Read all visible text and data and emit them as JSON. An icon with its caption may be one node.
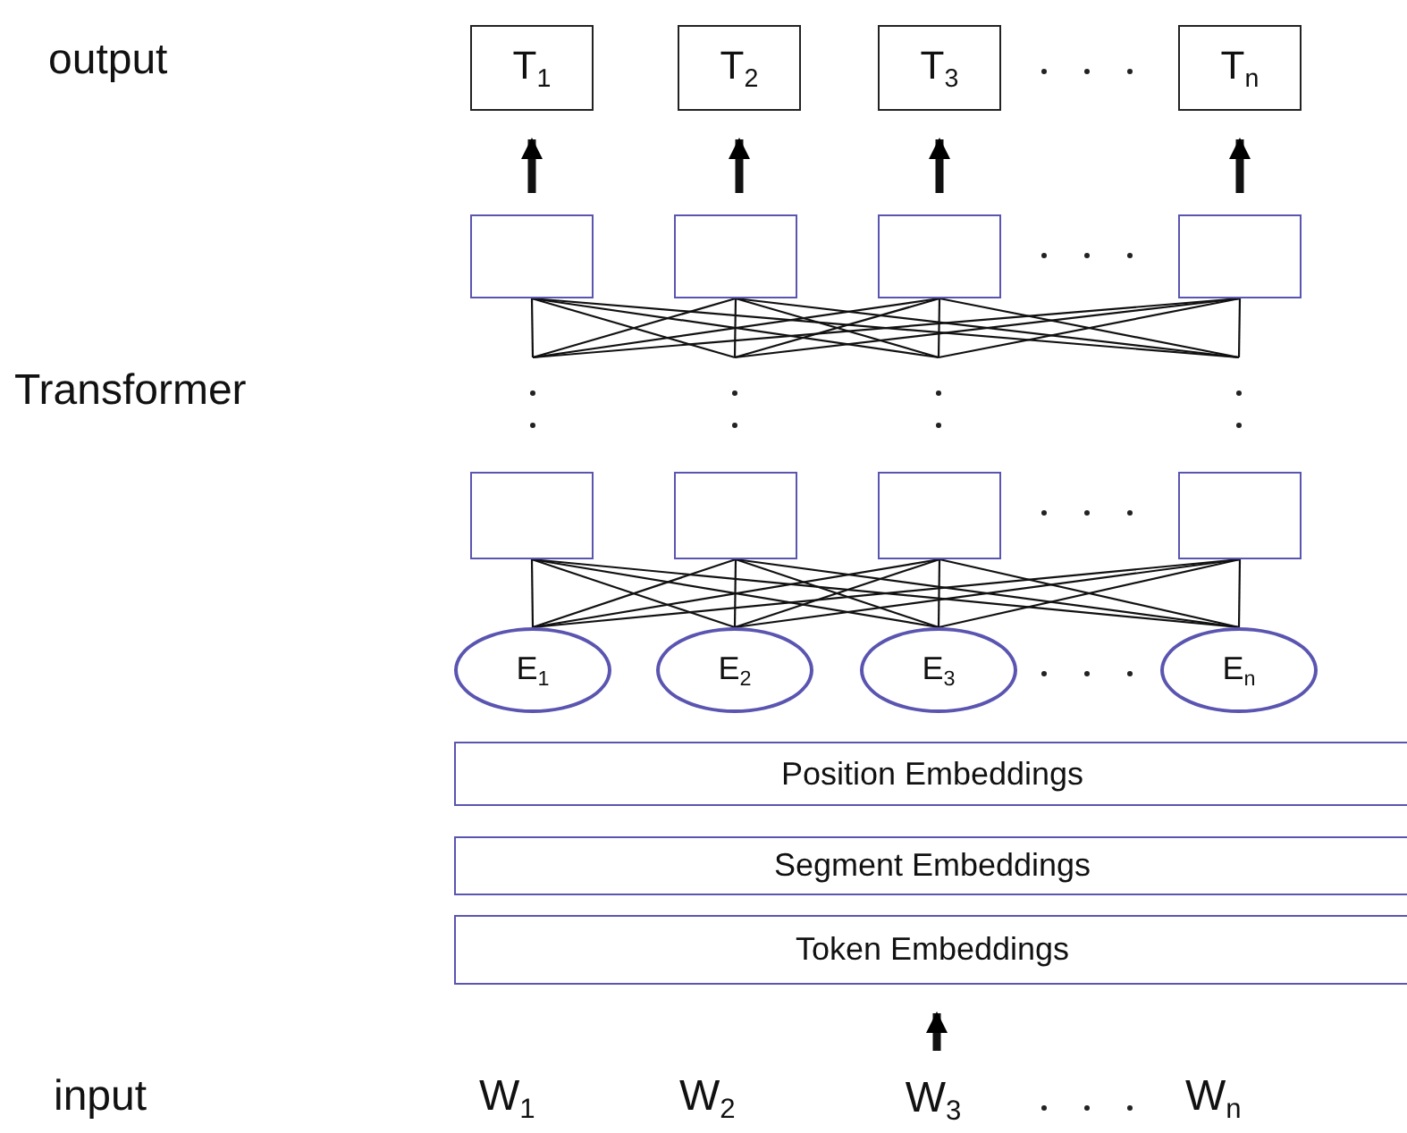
{
  "diagram": {
    "nodes": [
      {
        "text": [
          "T$_{1}$"
        ]
      },
      {
        "text": [
          "T$_{2}$"
        ]
      },
      {
        "text": [
          "T$_{3}$"
        ]
      },
      {
        "text": [
          "T$_{n}$"
        ]
      },
      {
        "text": [],
        "shape": "box"
      },
      {
        "text": [],
        "shape": "box"
      },
      {
        "text": [],
        "shape": "box"
      },
      {
        "text": [],
        "shape": "box"
      },
      {
        "text": [],
        "shape": "box"
      },
      {
        "text": [],
        "shape": "box"
      },
      {
        "text": [],
        "shape": "box"
      },
      {
        "text": [],
        "shape": "box"
      },
      {
        "text": [
          "E$_{1}$"
        ]
      },
      {
        "text": [
          "E$_{2}$"
        ]
      },
      {
        "text": [
          "E$_{3}$"
        ]
      },
      {
        "text": [
          "E$_{n}$"
        ]
      },
      {
        "text": [
          "Position Embeddings"
        ]
      },
      {
        "text": [
          "Segment Embeddings"
        ]
      },
      {
        "text": [
          "Token Embeddings"
        ]
      },
      {
        "text": [
          "W$_{3}$"
        ]
      }
    ],
    "edges": [
      {
        "from": 4,
        "to": 0,
        "arrow": "to",
        "style": "thick"
      },
      {
        "from": 5,
        "to": 1,
        "arrow": "to",
        "style": "thick"
      },
      {
        "from": 6,
        "to": 2,
        "arrow": "to",
        "style": "thick"
      },
      {
        "from": 7,
        "to": 3,
        "arrow": "to",
        "style": "thick"
      },
      {
        "from": 4,
        "to": null,
        "arrow": "none"
      },
      {
        "from": 4,
        "to": null,
        "arrow": "none"
      },
      {
        "from": 4,
        "to": null,
        "arrow": "none"
      },
      {
        "from": 4,
        "to": null,
        "arrow": "none"
      },
      {
        "from": 5,
        "to": null,
        "arrow": "none"
      },
      {
        "from": 5,
        "to": null,
        "arrow": "none"
      },
      {
        "from": 5,
        "to": null,
        "arrow": "none"
      },
      {
        "from": 5,
        "to": null,
        "arrow": "none"
      },
      {
        "from": 6,
        "to": null,
        "arrow": "none"
      },
      {
        "from": 6,
        "to": null,
        "arrow": "none"
      },
      {
        "from": 6,
        "to": null,
        "arrow": "none"
      },
      {
        "from": 6,
        "to": null,
        "arrow": "none"
      },
      {
        "from": 7,
        "to": null,
        "arrow": "none"
      },
      {
        "from": 7,
        "to": null,
        "arrow": "none"
      },
      {
        "from": 7,
        "to": null,
        "arrow": "none"
      },
      {
        "from": 7,
        "to": null,
        "arrow": "none"
      },
      {
        "from": 12,
        "to": 8,
        "arrow": "none"
      },
      {
        "from": 12,
        "to": 9,
        "arrow": "none"
      },
      {
        "from": 12,
        "to": 10,
        "arrow": "none"
      },
      {
        "from": 12,
        "to": 11,
        "arrow": "none"
      },
      {
        "from": 13,
        "to": 8,
        "arrow": "none"
      },
      {
        "from": 13,
        "to": 9,
        "arrow": "none"
      },
      {
        "from": 13,
        "to": 10,
        "arrow": "none"
      },
      {
        "from": 13,
        "to": 11,
        "arrow": "none"
      },
      {
        "from": 14,
        "to": 8,
        "arrow": "none"
      },
      {
        "from": 14,
        "to": 9,
        "arrow": "none"
      },
      {
        "from": 14,
        "to": 10,
        "arrow": "none"
      },
      {
        "from": 14,
        "to": 11,
        "arrow": "none"
      },
      {
        "from": 15,
        "to": 8,
        "arrow": "none"
      },
      {
        "from": 15,
        "to": 9,
        "arrow": "none"
      },
      {
        "from": 15,
        "to": 10,
        "arrow": "none"
      },
      {
        "from": 15,
        "to": 11,
        "arrow": "none"
      },
      {
        "from": 19,
        "to": 18,
        "arrow": "to",
        "style": "thick"
      }
    ],
    "labels": [
      "output",
      "Transformer",
      "input",
      "W$_{1}$",
      "W$_{2}$",
      "W$_{n}$"
    ]
  }
}
